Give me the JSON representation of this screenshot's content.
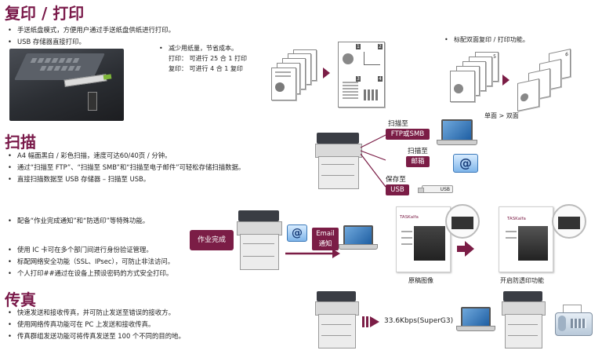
{
  "copy_print": {
    "title": "复印 / 打印",
    "bullets": [
      "手送纸盘模式，方便用户通过手送纸盘供纸进行打印。",
      "USB 存储器直接打印。"
    ],
    "save_paper": {
      "line1": "减少用纸量，节省成本。",
      "line2": "打印：  可进行 25 合 1 打印",
      "line3": "复印：  可进行 4 合 1 复印"
    },
    "duplex_note": "标配双面复印 / 打印功能。",
    "duplex_caption": "单面 > 双面"
  },
  "scan": {
    "title": "扫描",
    "bullets": [
      "A4 幅面黑白 / 彩色扫描，速度可达60/40页 / 分钟。",
      "通过“扫描至 FTP”、“扫描至 SMB”和“扫描至电子邮件”可轻松存储扫描数据。",
      "直接扫描数据至 USB 存储器 – 扫描至 USB。"
    ],
    "targets": [
      {
        "label": "扫描至",
        "box": "FTP或SMB"
      },
      {
        "label": "扫描至",
        "box": "邮箱"
      },
      {
        "label": "保存至",
        "box": "USB"
      }
    ],
    "usb_stick_label": "USB"
  },
  "security": {
    "bullets_top": [
      "配备“作业完成通知”和“防透印”等特殊功能。"
    ],
    "bullets_bottom": [
      "使用 IC 卡可在多个部门间进行身份验证管理。",
      "标配网络安全功能（SSL、IPsec），可防止非法访问。",
      "个人打印##通过在设备上预设密码的方式安全打印。"
    ],
    "job_done_label": "作业完成",
    "email_notice": [
      "Email",
      "通知"
    ],
    "original_caption": "原稿图像",
    "antibleed_caption": "开启防透印功能",
    "brand_text": "TASKalfa"
  },
  "fax": {
    "title": "传真",
    "bullets": [
      "快速发送和接收传真，并可防止发送至错误的接收方。",
      "使用网络传真功能可在 PC 上发送和接收传真。",
      "传真群组发送功能可将传真发送至 100 个不同的目的地。"
    ],
    "speed": "33.6Kbps(SuperG3)"
  },
  "page_numbers": [
    "1",
    "2",
    "3",
    "4",
    "5",
    "6"
  ],
  "colors": {
    "accent": "#7b1d46",
    "title": "#7a1a4a"
  }
}
